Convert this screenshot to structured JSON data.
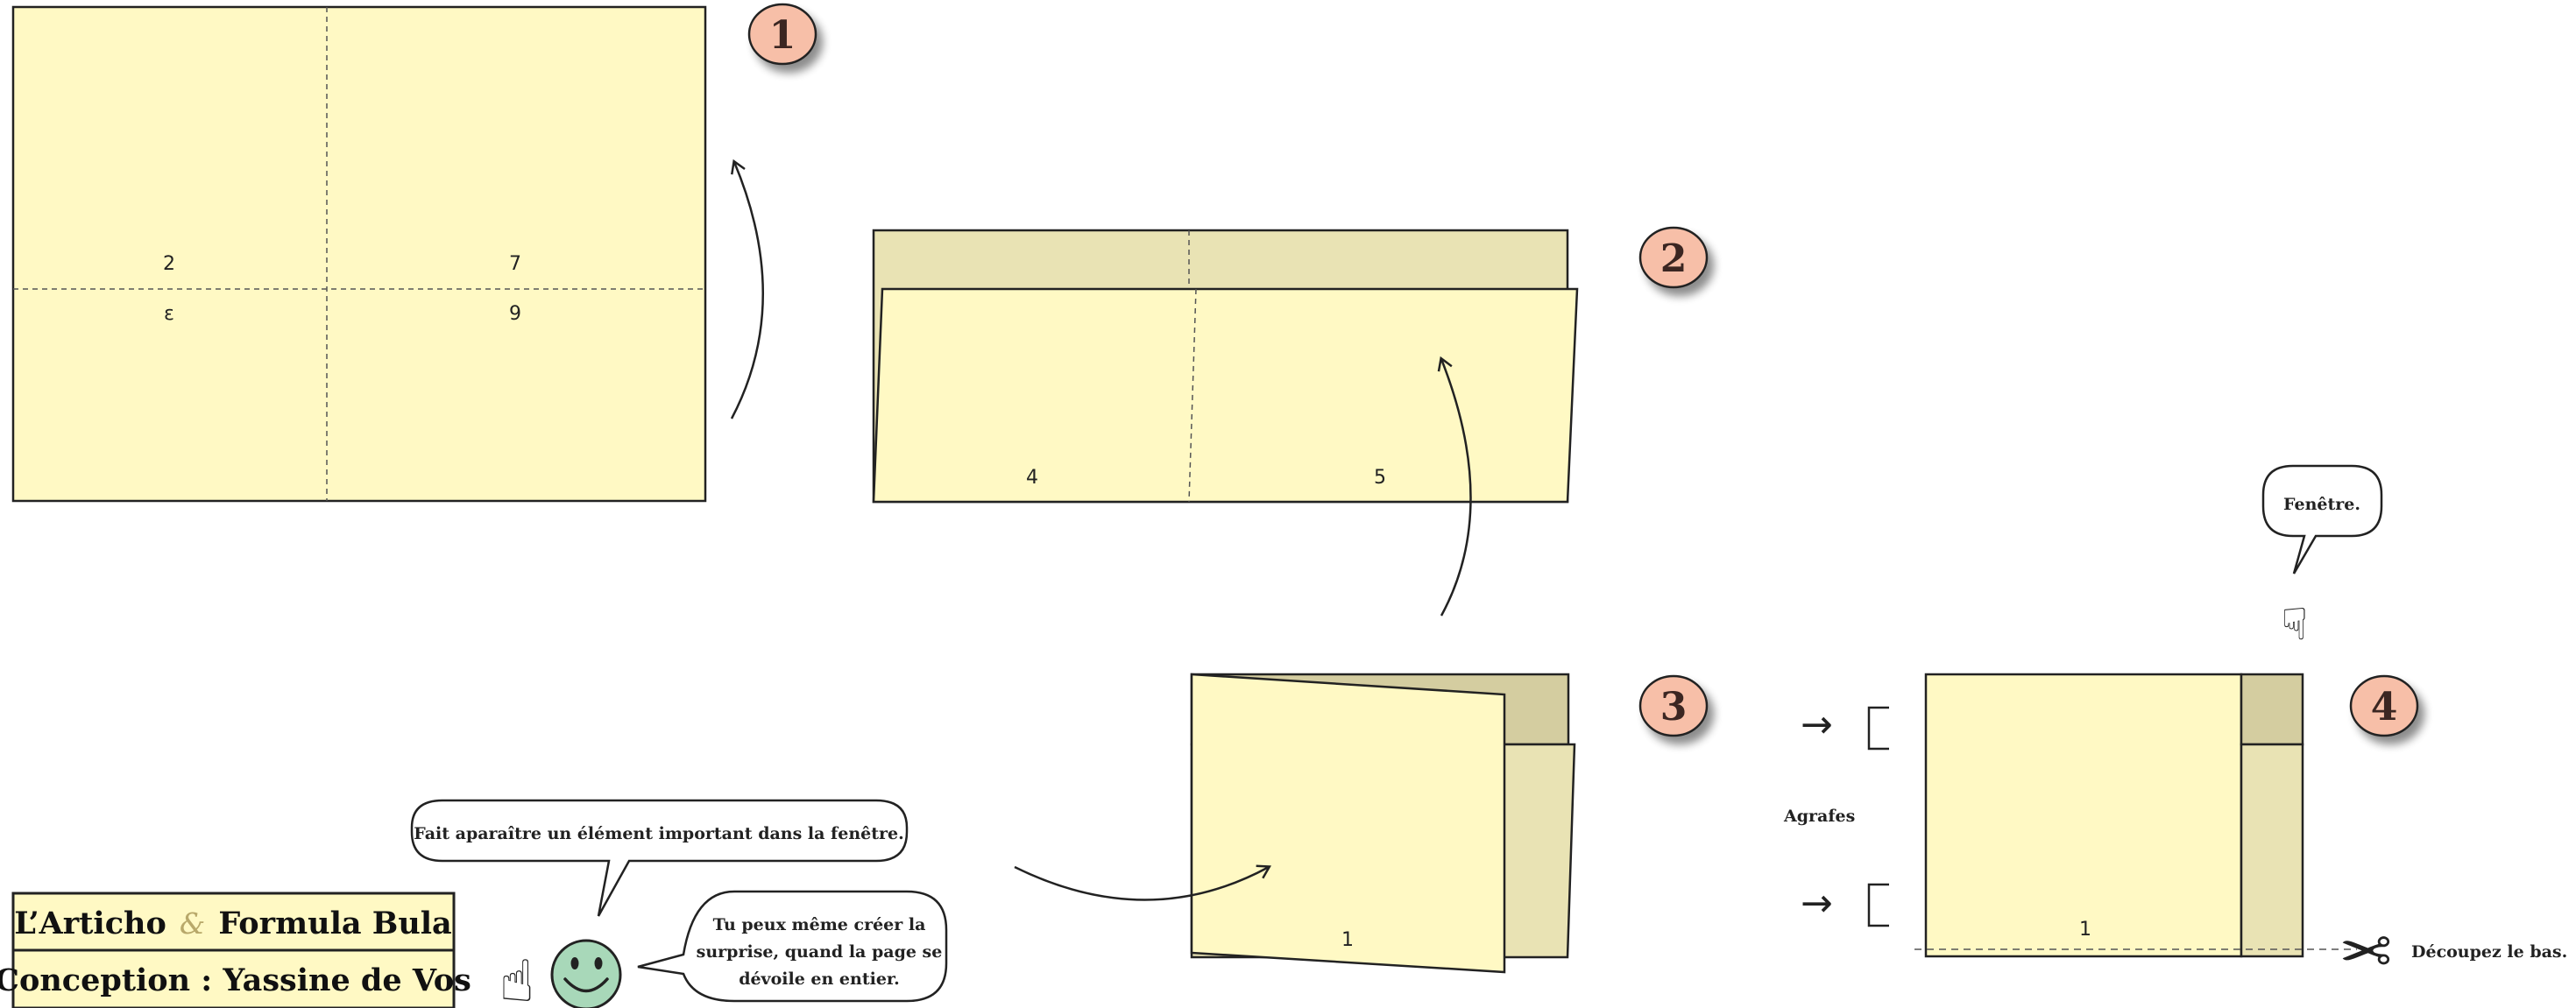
{
  "colors": {
    "paper": "#fff9c4",
    "paper_back": "#e9e3b4",
    "paper_shade": "#d4cda0",
    "badge": "#f7bfa8",
    "smiley": "#a8d8b9",
    "credits_bg": "#fff9c4"
  },
  "steps": [
    {
      "id": "1",
      "label": "1"
    },
    {
      "id": "2",
      "label": "2"
    },
    {
      "id": "3",
      "label": "3"
    },
    {
      "id": "4",
      "label": "4"
    }
  ],
  "step1": {
    "top_left_label": "2",
    "top_right_label": "7",
    "bottom_left_label": "ε",
    "bottom_right_label": "9"
  },
  "step2": {
    "left_label": "4",
    "right_label": "5"
  },
  "step3": {
    "page_label": "1"
  },
  "step4": {
    "page_label": "1",
    "window_bubble": "Fenêtre.",
    "staples_label": "Agrafes",
    "cut_label": "Découpez le bas."
  },
  "tips": {
    "bubble1": "Fait aparaître un élément important dans la fenêtre.",
    "bubble2_line1": "Tu peux même créer la",
    "bubble2_line2": "surprise, quand la page se",
    "bubble2_line3": "dévoile en entier."
  },
  "credits": {
    "brand_a": "L’Articho",
    "ampersand": "&",
    "brand_b": "Formula Bula",
    "author": "Conception : Yassine de Vos"
  },
  "icons": {
    "pointing_hand": "☞",
    "pointing_up": "☝",
    "scissors": "✂",
    "arrow": "→"
  }
}
